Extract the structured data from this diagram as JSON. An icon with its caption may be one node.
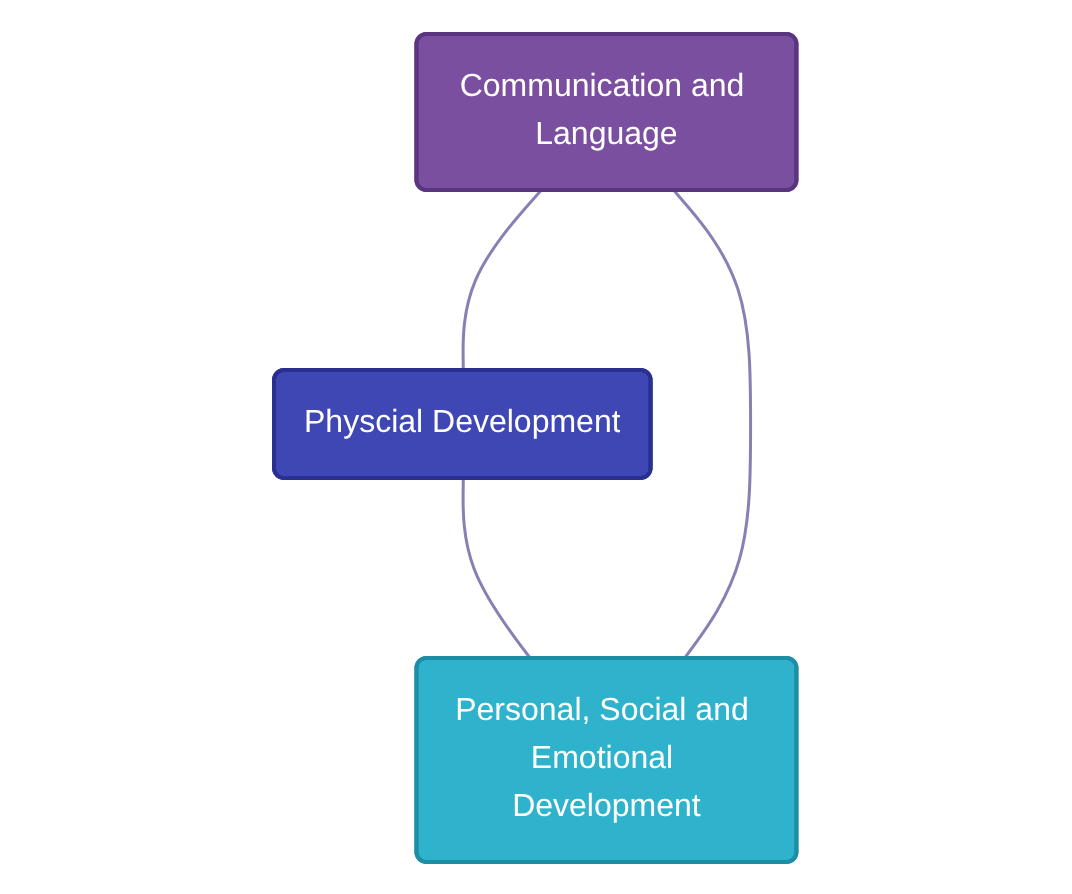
{
  "diagram": {
    "nodes": [
      {
        "text": [
          "Communication and Language"
        ]
      },
      {
        "text": [
          "Physcial Development"
        ]
      },
      {
        "text": [
          "Personal, Social and Emotional Development"
        ]
      }
    ],
    "edges": [
      {
        "from": 0,
        "to": 1,
        "arrow": "none"
      },
      {
        "from": 1,
        "to": 2,
        "arrow": "none"
      },
      {
        "from": 2,
        "to": 0,
        "arrow": "none"
      }
    ]
  }
}
